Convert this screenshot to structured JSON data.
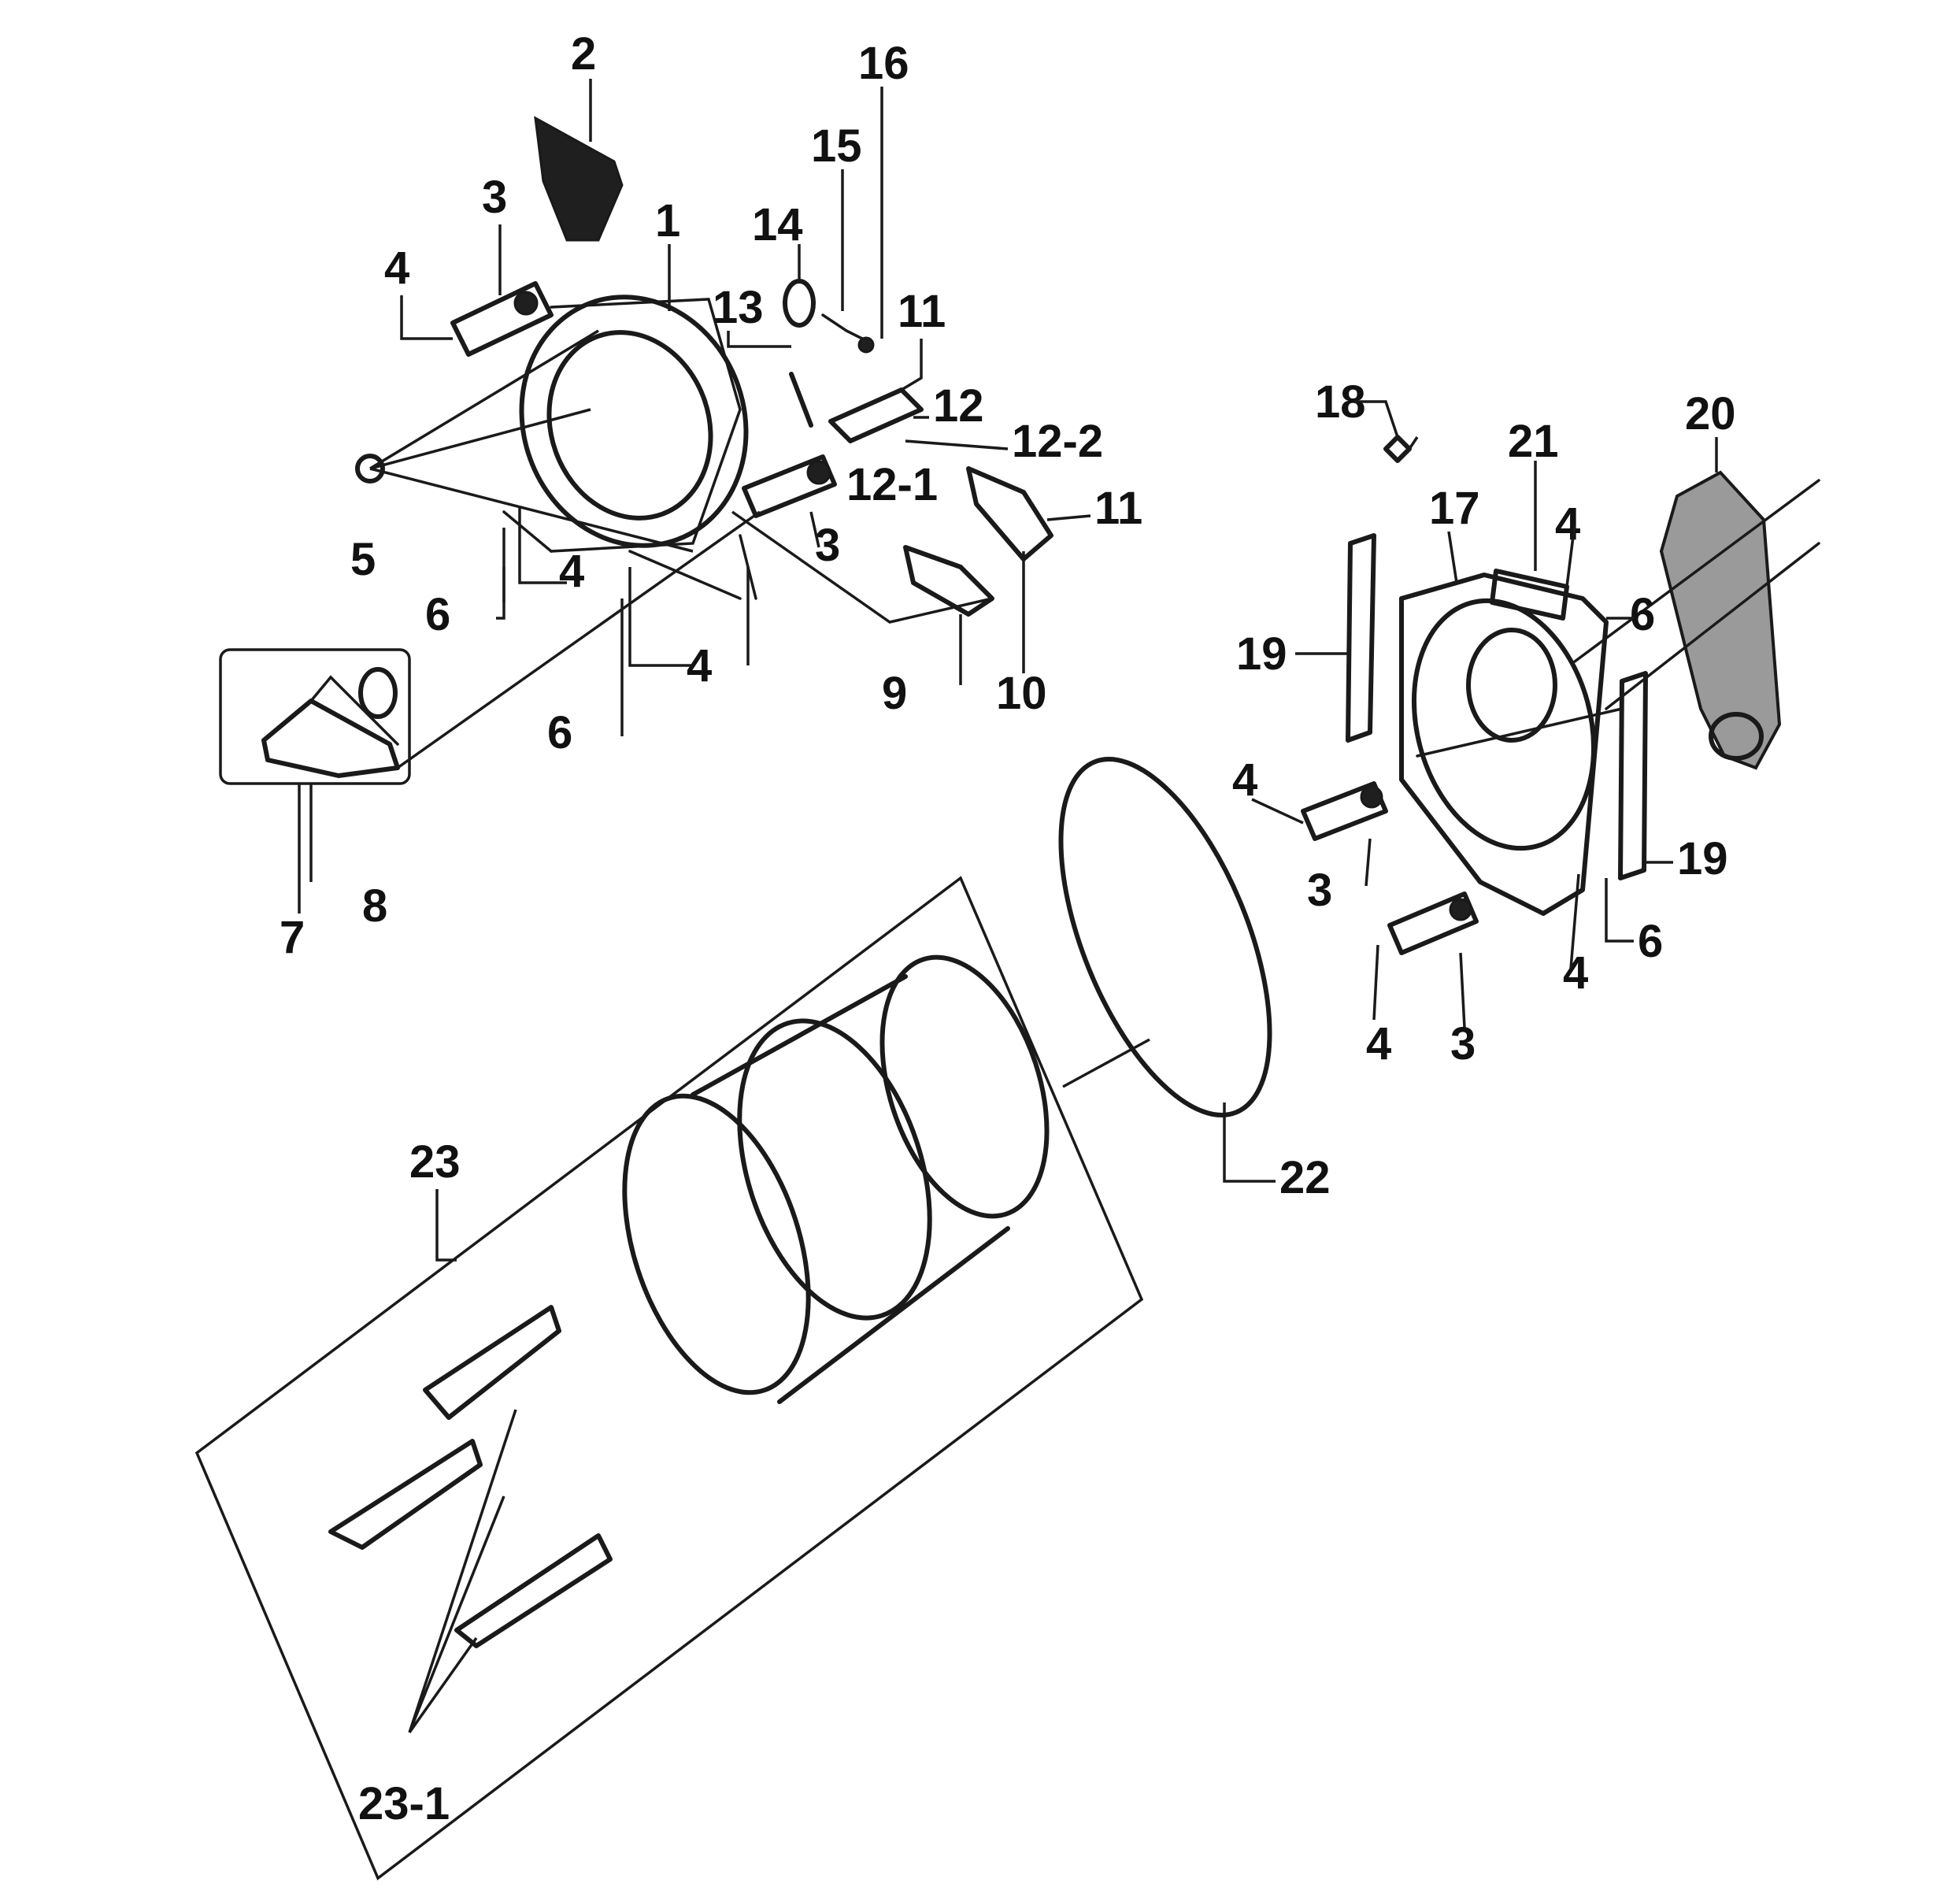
{
  "callouts": {
    "l1": "1",
    "l2": "2",
    "l3a": "3",
    "l3b": "3",
    "l3c": "3",
    "l3d": "3",
    "l4a": "4",
    "l4b": "4",
    "l4c": "4",
    "l4d": "4",
    "l4e": "4",
    "l4f": "4",
    "l4g": "4",
    "l5": "5",
    "l6a": "6",
    "l6b": "6",
    "l6c": "6",
    "l6d": "6",
    "l7": "7",
    "l8": "8",
    "l9": "9",
    "l10": "10",
    "l11a": "11",
    "l11b": "11",
    "l12": "12",
    "l12_1": "12-1",
    "l12_2": "12-2",
    "l13": "13",
    "l14": "14",
    "l15": "15",
    "l16": "16",
    "l17": "17",
    "l18": "18",
    "l19a": "19",
    "l19b": "19",
    "l20": "20",
    "l21": "21",
    "l22": "22",
    "l23": "23",
    "l23_1": "23-1"
  },
  "colors": {
    "ink": "#1a1a1a",
    "background": "#ffffff"
  }
}
